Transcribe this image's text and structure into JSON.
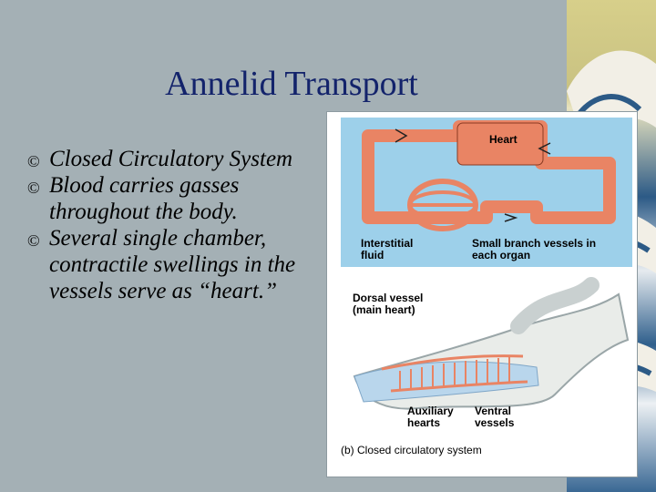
{
  "slide": {
    "title": "Annelid Transport",
    "bullets": [
      "Closed Circulatory System",
      "Blood carries gasses throughout the body.",
      "Several single chamber, contractile swellings in the vessels serve as “heart.”"
    ]
  },
  "figure": {
    "heart_label": "Heart",
    "interstitial_label": "Interstitial fluid",
    "branch_label": "Small branch vessels in each organ",
    "dorsal_label": "Dorsal vessel (main heart)",
    "auxiliary_label": "Auxiliary hearts",
    "ventral_label": "Ventral vessels",
    "caption": "(b) Closed circulatory system"
  },
  "colors": {
    "title": "#13236b",
    "background": "#a4b0b5",
    "vessel": "#e98464",
    "diagram_bg": "#9dd0ea"
  }
}
